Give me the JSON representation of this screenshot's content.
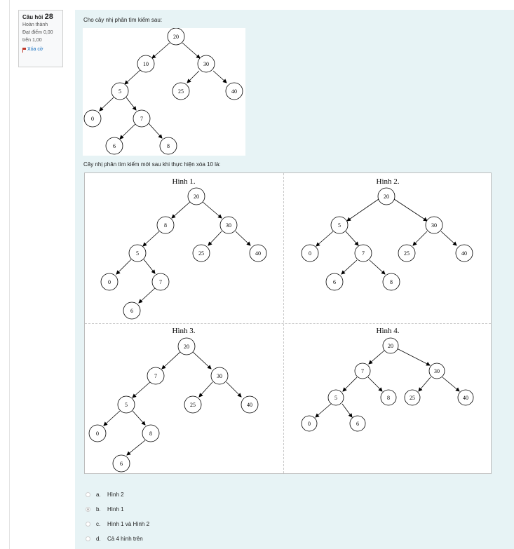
{
  "question_info": {
    "question_label": "Câu hỏi",
    "question_number": "28",
    "status": "Hoàn thành",
    "grade_line1": "Đạt điểm 0,00",
    "grade_line2": "trên 1,00",
    "flag_label": "Xóa cờ"
  },
  "prompt": "Cho cây nhị phân tìm kiếm sau:",
  "original_tree": {
    "nodes": [
      "20",
      "10",
      "30",
      "5",
      "25",
      "40",
      "0",
      "7",
      "6",
      "8"
    ]
  },
  "sub_prompt": "Cây nhị phân tìm kiếm mới sau khi thực hiện xóa 10 là:",
  "figures": [
    {
      "title": "Hình 1.",
      "nodes": [
        "20",
        "8",
        "30",
        "5",
        "25",
        "40",
        "0",
        "7",
        "6"
      ]
    },
    {
      "title": "Hình 2.",
      "nodes": [
        "20",
        "5",
        "30",
        "0",
        "7",
        "25",
        "40",
        "6",
        "8"
      ]
    },
    {
      "title": "Hình 3.",
      "nodes": [
        "20",
        "7",
        "30",
        "5",
        "25",
        "40",
        "0",
        "8",
        "6"
      ]
    },
    {
      "title": "Hình 4.",
      "nodes": [
        "20",
        "7",
        "30",
        "5",
        "8",
        "25",
        "40",
        "0",
        "6"
      ]
    }
  ],
  "options": [
    {
      "letter": "a.",
      "text": "Hình 2",
      "selected": false
    },
    {
      "letter": "b.",
      "text": "Hình 1",
      "selected": true
    },
    {
      "letter": "c.",
      "text": "Hình 1 và Hình 2",
      "selected": false
    },
    {
      "letter": "d.",
      "text": "Cả 4 hình trên",
      "selected": false
    }
  ]
}
